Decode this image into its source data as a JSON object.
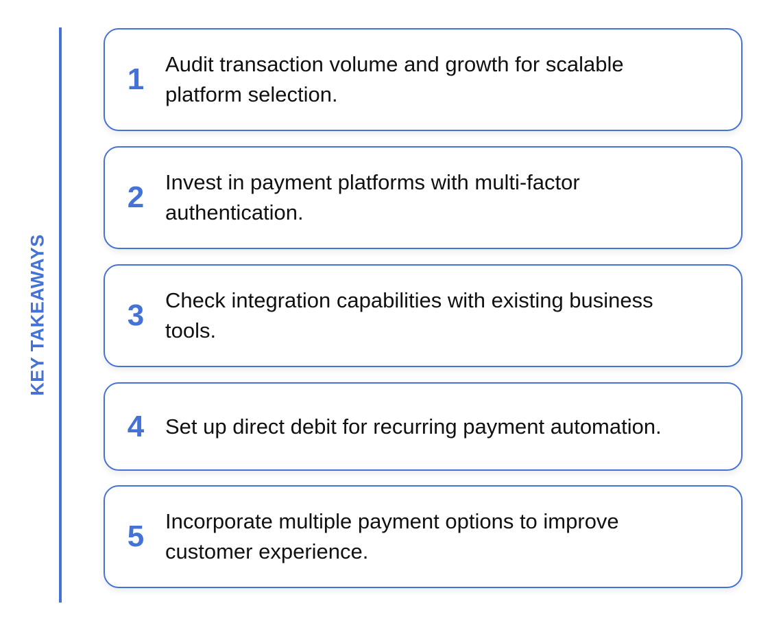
{
  "title": "KEY TAKEAWAYS",
  "colors": {
    "accent": "#4472d6",
    "text": "#111111",
    "background": "#ffffff"
  },
  "items": [
    {
      "number": "1",
      "text": "Audit transaction volume and growth for scalable platform selection."
    },
    {
      "number": "2",
      "text": "Invest in payment platforms with multi-factor authentication."
    },
    {
      "number": "3",
      "text": "Check integration capabilities with existing business tools."
    },
    {
      "number": "4",
      "text": "Set up direct debit for recurring payment automation."
    },
    {
      "number": "5",
      "text": "Incorporate multiple payment options to improve customer experience."
    }
  ]
}
